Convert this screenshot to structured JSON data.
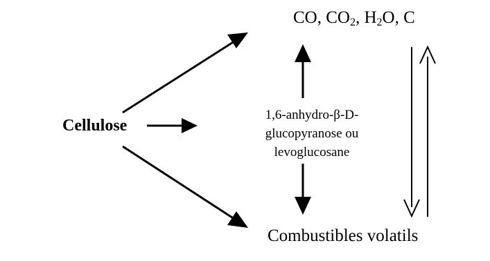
{
  "diagram": {
    "source_label": "Cellulose",
    "top_products": {
      "co": "CO",
      "sep1": ", ",
      "co2_base": "CO",
      "co2_sub": "2",
      "sep2": ", ",
      "h2o_h": "H",
      "h2o_sub": "2",
      "h2o_o": "O",
      "sep3": ", ",
      "c": "C"
    },
    "intermediate": {
      "line1": "1,6-anhydro-β-D-",
      "line2": "glucopyranose ou",
      "line3": "levoglucosane"
    },
    "bottom_product": "Combustibles volatils"
  },
  "colors": {
    "ink": "#000000",
    "background": "#ffffff"
  }
}
